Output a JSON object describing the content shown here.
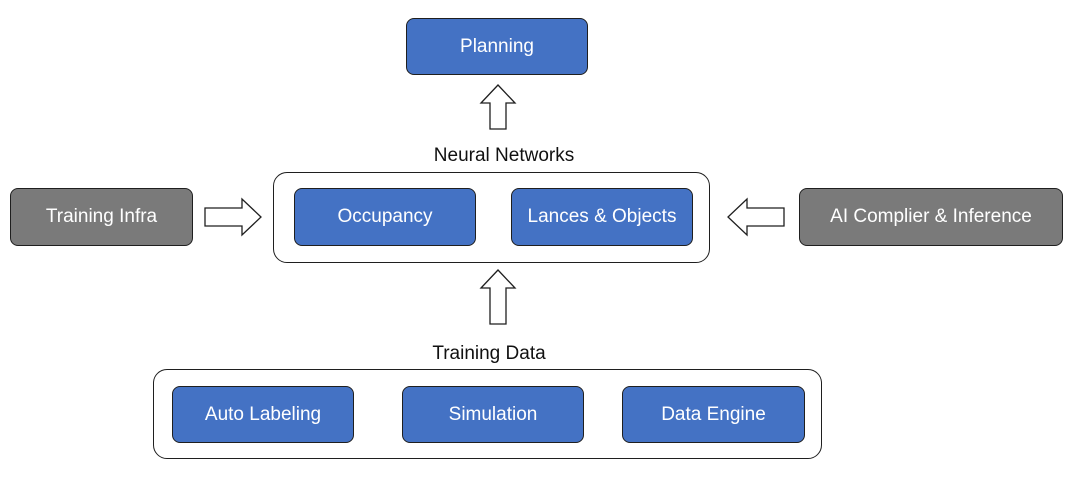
{
  "top": {
    "planning": "Planning"
  },
  "neural_networks": {
    "title": "Neural Networks",
    "occupancy": "Occupancy",
    "lanes_objects": "Lances & Objects"
  },
  "side": {
    "training_infra": "Training Infra",
    "ai_compiler": "AI Complier & Inference"
  },
  "training_data": {
    "title": "Training Data",
    "items": [
      "Auto Labeling",
      "Simulation",
      "Data Engine"
    ]
  },
  "colors": {
    "blue": "#4472c4",
    "gray": "#7a7a7a"
  }
}
